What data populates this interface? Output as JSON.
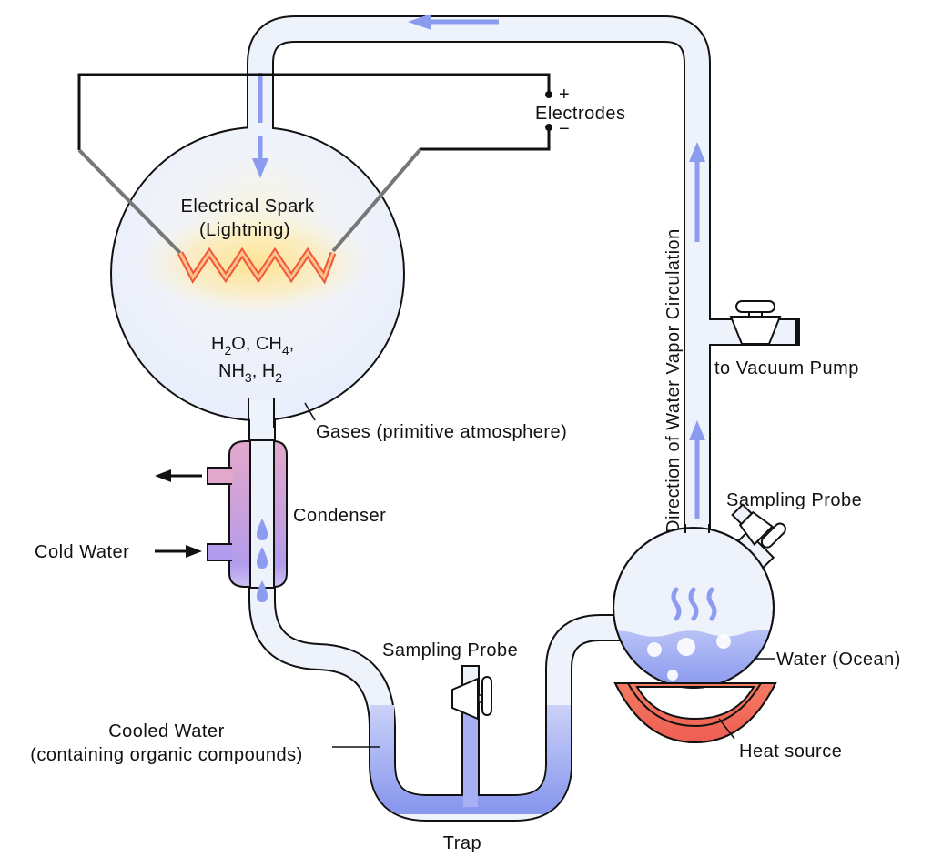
{
  "diagram": {
    "title": "Miller-Urey Experiment Apparatus",
    "labels": {
      "electrodes": "Electrodes",
      "plus": "+",
      "minus": "−",
      "spark_line1": "Electrical Spark",
      "spark_line2": "(Lightning)",
      "gases": "Gases (primitive atmosphere)",
      "condenser": "Condenser",
      "cold_water": "Cold Water",
      "vacuum": "to Vacuum Pump",
      "direction": "Direction of Water Vapor Circulation",
      "sampling_probe_right": "Sampling Probe",
      "sampling_probe_trap": "Sampling Probe",
      "water_ocean": "Water (Ocean)",
      "heat_source": "Heat source",
      "cooled_water_line1": "Cooled Water",
      "cooled_water_line2": "(containing organic compounds)",
      "trap": "Trap"
    },
    "chemistry": {
      "h2o_base": "H",
      "h2o_sub": "2",
      "h2o_tail": "O, ",
      "ch4_base": "CH",
      "ch4_sub": "4",
      "ch4_tail": ",",
      "nh3_base": "NH",
      "nh3_sub": "3",
      "nh3_tail": ", ",
      "h2_base": "H",
      "h2_sub": "2"
    },
    "colors": {
      "tube_fill": "#eef2fb",
      "flow_arrow": "#8b9cf0",
      "condenser_top": "#e2a8cc",
      "condenser_bottom": "#b49cec",
      "water": "#8d9cf0",
      "heat": "#f06a5a",
      "spark": "#f2563a",
      "electrode_wire": "#777777"
    }
  }
}
